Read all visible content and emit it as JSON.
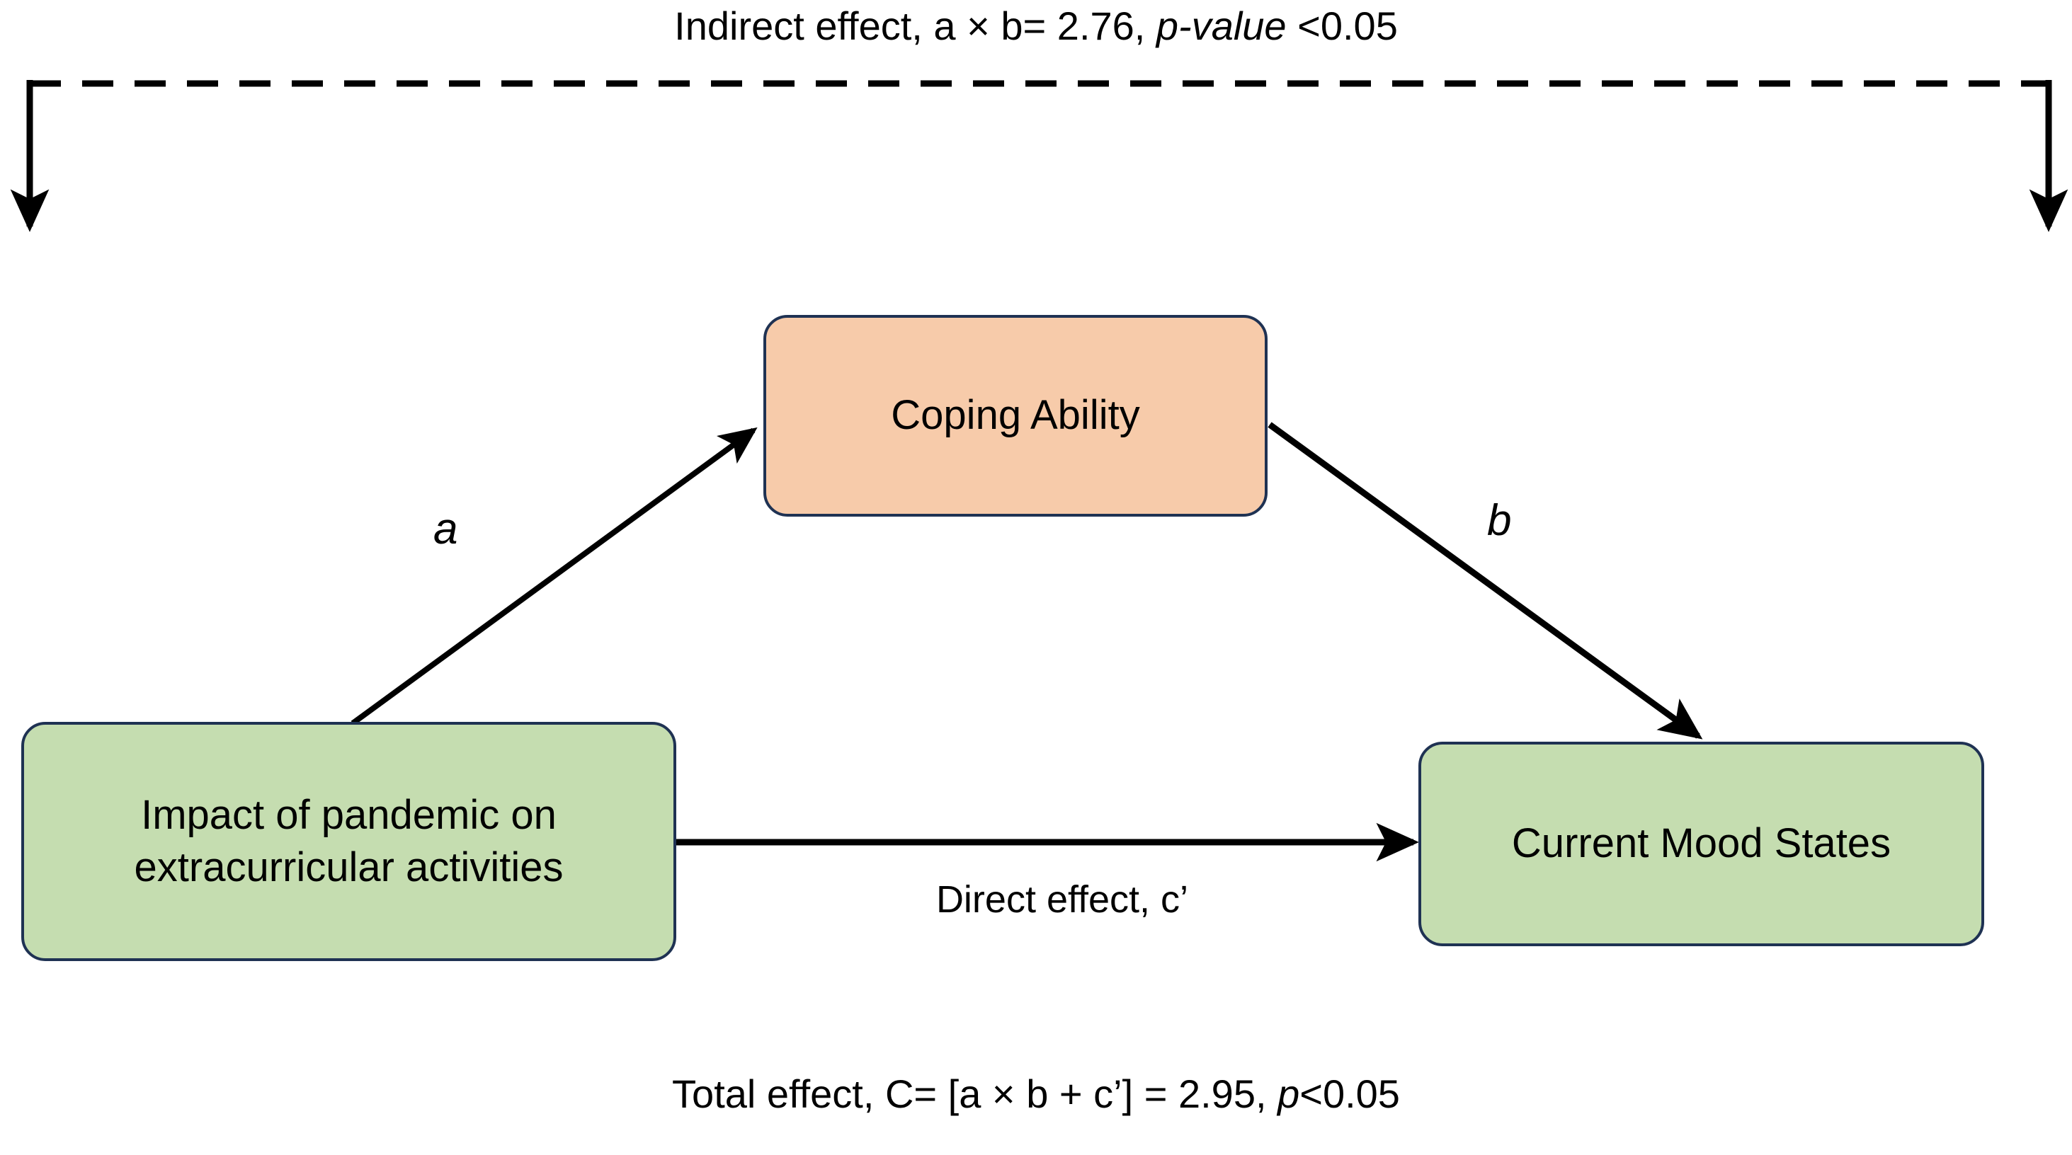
{
  "diagram": {
    "title_top": "Indirect effect, a × b= 2.76, p-value <0.05",
    "title_bottom": "Total effect, C= [a × b + c’] = 2.95, p<0.05",
    "top_label_parts": {
      "prefix": "Indirect effect, a × b= 2.76, ",
      "italic": "p-value",
      "suffix": " <0.05"
    },
    "bottom_label_parts": {
      "prefix": "Total effect, C= [a × b + c’] = 2.95, ",
      "italic": "p",
      "suffix": "<0.05"
    },
    "nodes": [
      {
        "id": "predictor",
        "label": "Impact of pandemic on\nextracurricular activities",
        "fill": "#C5DDB0",
        "border": "#1F3253"
      },
      {
        "id": "mediator",
        "label": "Coping Ability",
        "fill": "#F7CBAA",
        "border": "#1F3253"
      },
      {
        "id": "outcome",
        "label": "Current Mood States",
        "fill": "#C5DDB0",
        "border": "#1F3253"
      }
    ],
    "paths": {
      "a_label": "a",
      "b_label": "b",
      "direct_label": "Direct effect, c’"
    },
    "statistics": {
      "indirect_effect_value": "2.76",
      "indirect_effect_p": "<0.05",
      "total_effect_value": "2.95",
      "total_effect_p": "<0.05"
    },
    "colors": {
      "mediator_fill": "#F7CBAA",
      "node_fill": "#C5DDB0",
      "node_border": "#1F3253",
      "connector": "#000000",
      "background": "#FFFFFF"
    }
  }
}
